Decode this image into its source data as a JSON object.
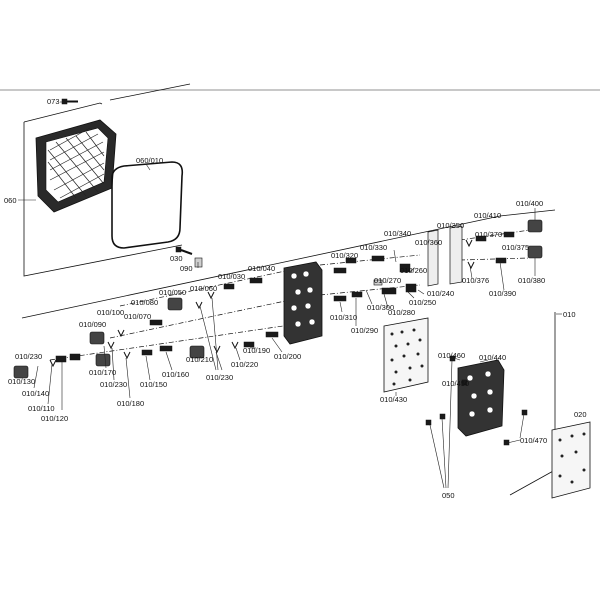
{
  "callouts": [
    {
      "id": "073",
      "text": "073"
    },
    {
      "id": "060",
      "text": "060"
    },
    {
      "id": "060_010",
      "text": "060/010"
    },
    {
      "id": "030",
      "text": "030"
    },
    {
      "id": "090",
      "text": "090"
    },
    {
      "id": "010",
      "text": "010"
    },
    {
      "id": "020",
      "text": "020"
    },
    {
      "id": "050",
      "text": "050"
    },
    {
      "id": "010_030",
      "text": "010/030"
    },
    {
      "id": "010_040",
      "text": "010/040"
    },
    {
      "id": "010_050",
      "text": "010/050"
    },
    {
      "id": "010_060",
      "text": "010/060"
    },
    {
      "id": "010_070",
      "text": "010/070"
    },
    {
      "id": "010_080",
      "text": "010/080"
    },
    {
      "id": "010_090",
      "text": "010/090"
    },
    {
      "id": "010_100",
      "text": "010/100"
    },
    {
      "id": "010_110",
      "text": "010/110"
    },
    {
      "id": "010_120",
      "text": "010/120"
    },
    {
      "id": "010_130",
      "text": "010/130"
    },
    {
      "id": "010_140",
      "text": "010/140"
    },
    {
      "id": "010_150",
      "text": "010/150"
    },
    {
      "id": "010_160",
      "text": "010/160"
    },
    {
      "id": "010_170",
      "text": "010/170"
    },
    {
      "id": "010_180",
      "text": "010/180"
    },
    {
      "id": "010_190",
      "text": "010/190"
    },
    {
      "id": "010_200",
      "text": "010/200"
    },
    {
      "id": "010_210",
      "text": "010/210"
    },
    {
      "id": "010_220",
      "text": "010/220"
    },
    {
      "id": "010_230a",
      "text": "010/230"
    },
    {
      "id": "010_230b",
      "text": "010/230"
    },
    {
      "id": "010_230c",
      "text": "010/230"
    },
    {
      "id": "010_240",
      "text": "010/240"
    },
    {
      "id": "010_250",
      "text": "010/250"
    },
    {
      "id": "010_260",
      "text": "010/260"
    },
    {
      "id": "010_270",
      "text": "010/270"
    },
    {
      "id": "010_280",
      "text": "010/280"
    },
    {
      "id": "010_290",
      "text": "010/290"
    },
    {
      "id": "010_300",
      "text": "010/300"
    },
    {
      "id": "010_310",
      "text": "010/310"
    },
    {
      "id": "010_320",
      "text": "010/320"
    },
    {
      "id": "010_330",
      "text": "010/330"
    },
    {
      "id": "010_340",
      "text": "010/340"
    },
    {
      "id": "010_350",
      "text": "010/350"
    },
    {
      "id": "010_360",
      "text": "010/360"
    },
    {
      "id": "010_370",
      "text": "010/370"
    },
    {
      "id": "010_375",
      "text": "010/375"
    },
    {
      "id": "010_376",
      "text": "010/376"
    },
    {
      "id": "010_380",
      "text": "010/380"
    },
    {
      "id": "010_390",
      "text": "010/390"
    },
    {
      "id": "010_400",
      "text": "010/400"
    },
    {
      "id": "010_410",
      "text": "010/410"
    },
    {
      "id": "010_430",
      "text": "010/430"
    },
    {
      "id": "010_440",
      "text": "010/440"
    },
    {
      "id": "010_450",
      "text": "010/450"
    },
    {
      "id": "010_460",
      "text": "010/460"
    },
    {
      "id": "010_470",
      "text": "010/470"
    }
  ]
}
